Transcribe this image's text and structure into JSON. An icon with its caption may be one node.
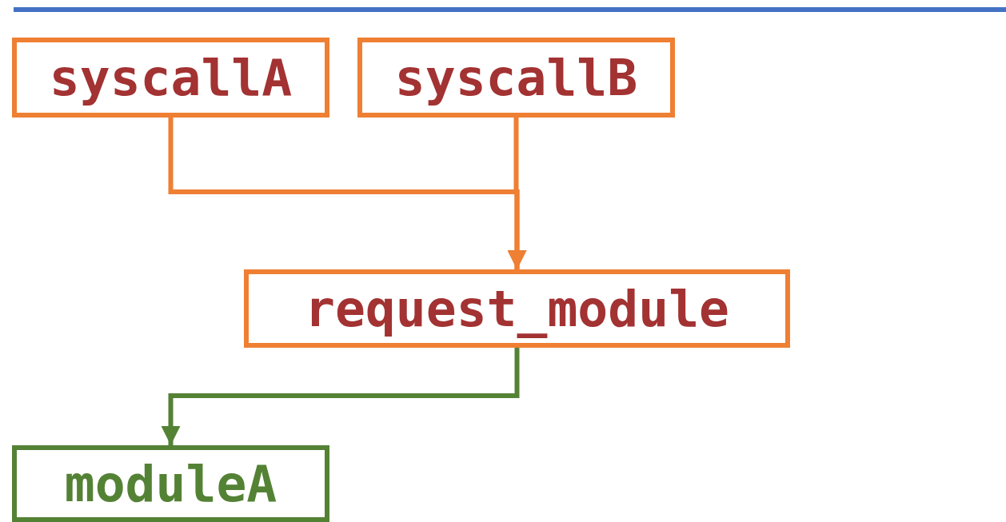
{
  "diagram": {
    "nodes": [
      {
        "text": [
          "syscallA"
        ]
      },
      {
        "text": [
          "syscallB"
        ]
      },
      {
        "text": [
          "request_module"
        ]
      },
      {
        "text": [
          "moduleA"
        ]
      }
    ],
    "edges": [
      {
        "from": 0,
        "to": 2,
        "arrow": "to"
      },
      {
        "from": 1,
        "to": 2,
        "arrow": "to"
      },
      {
        "from": 2,
        "to": 3,
        "arrow": "to",
        "color": "#548235"
      }
    ]
  }
}
